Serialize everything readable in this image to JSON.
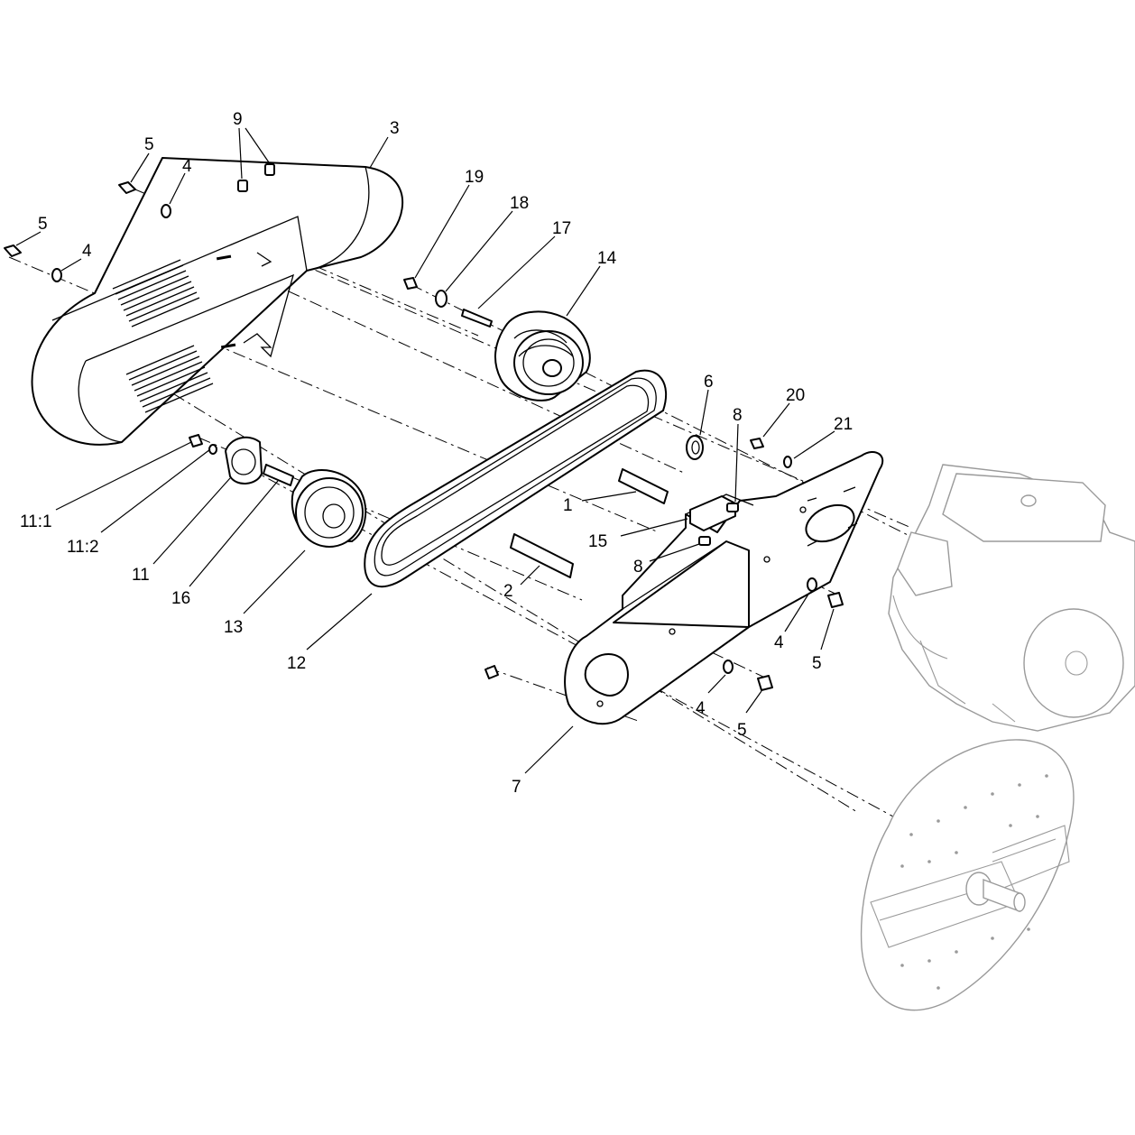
{
  "callouts": [
    {
      "id": "c9",
      "text": "9"
    },
    {
      "id": "c3",
      "text": "3"
    },
    {
      "id": "c5a",
      "text": "5"
    },
    {
      "id": "c4a",
      "text": "4"
    },
    {
      "id": "c5b",
      "text": "5"
    },
    {
      "id": "c4b",
      "text": "4"
    },
    {
      "id": "c19",
      "text": "19"
    },
    {
      "id": "c18",
      "text": "18"
    },
    {
      "id": "c17",
      "text": "17"
    },
    {
      "id": "c14",
      "text": "14"
    },
    {
      "id": "c6",
      "text": "6"
    },
    {
      "id": "c8a",
      "text": "8"
    },
    {
      "id": "c20",
      "text": "20"
    },
    {
      "id": "c21",
      "text": "21"
    },
    {
      "id": "c1",
      "text": "1"
    },
    {
      "id": "c15",
      "text": "15"
    },
    {
      "id": "c8b",
      "text": "8"
    },
    {
      "id": "c2",
      "text": "2"
    },
    {
      "id": "c11_1",
      "text": "11:1"
    },
    {
      "id": "c11_2",
      "text": "11:2"
    },
    {
      "id": "c11",
      "text": "11"
    },
    {
      "id": "c16",
      "text": "16"
    },
    {
      "id": "c13",
      "text": "13"
    },
    {
      "id": "c12",
      "text": "12"
    },
    {
      "id": "c4c",
      "text": "4"
    },
    {
      "id": "c5c",
      "text": "5"
    },
    {
      "id": "c4d",
      "text": "4"
    },
    {
      "id": "c5d",
      "text": "5"
    },
    {
      "id": "c7",
      "text": "7"
    }
  ]
}
